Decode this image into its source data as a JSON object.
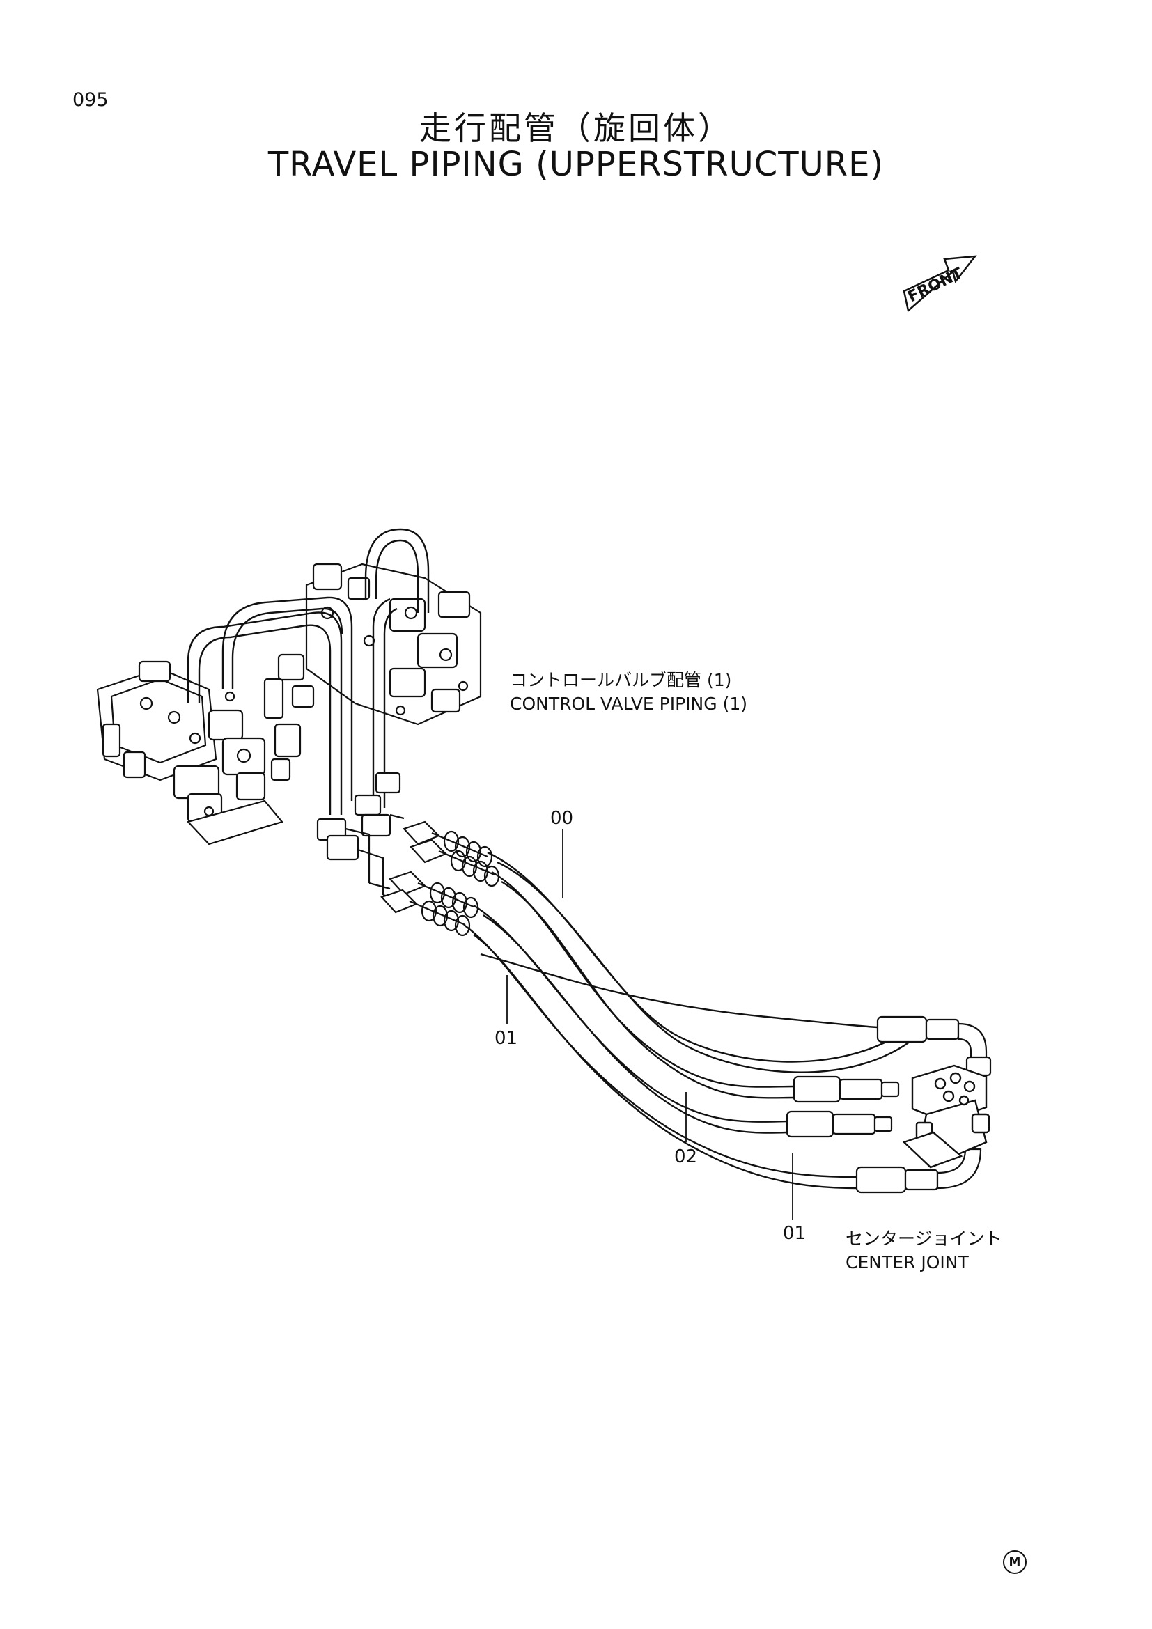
{
  "page": {
    "number": "095",
    "title_jp": "走行配管（旋回体）",
    "title_en": "TRAVEL PIPING (UPPERSTRUCTURE)"
  },
  "front_arrow": {
    "label": "FRONT"
  },
  "callouts": {
    "control_valve": {
      "jp": "コントロールバルブ配管 (1)",
      "en": "CONTROL VALVE PIPING (1)"
    },
    "center_joint": {
      "jp": "センタージョイント",
      "en": "CENTER JOINT"
    }
  },
  "part_numbers": {
    "p00": "00",
    "p01_left": "01",
    "p02": "02",
    "p01_right": "01"
  },
  "corner_mark": "M"
}
